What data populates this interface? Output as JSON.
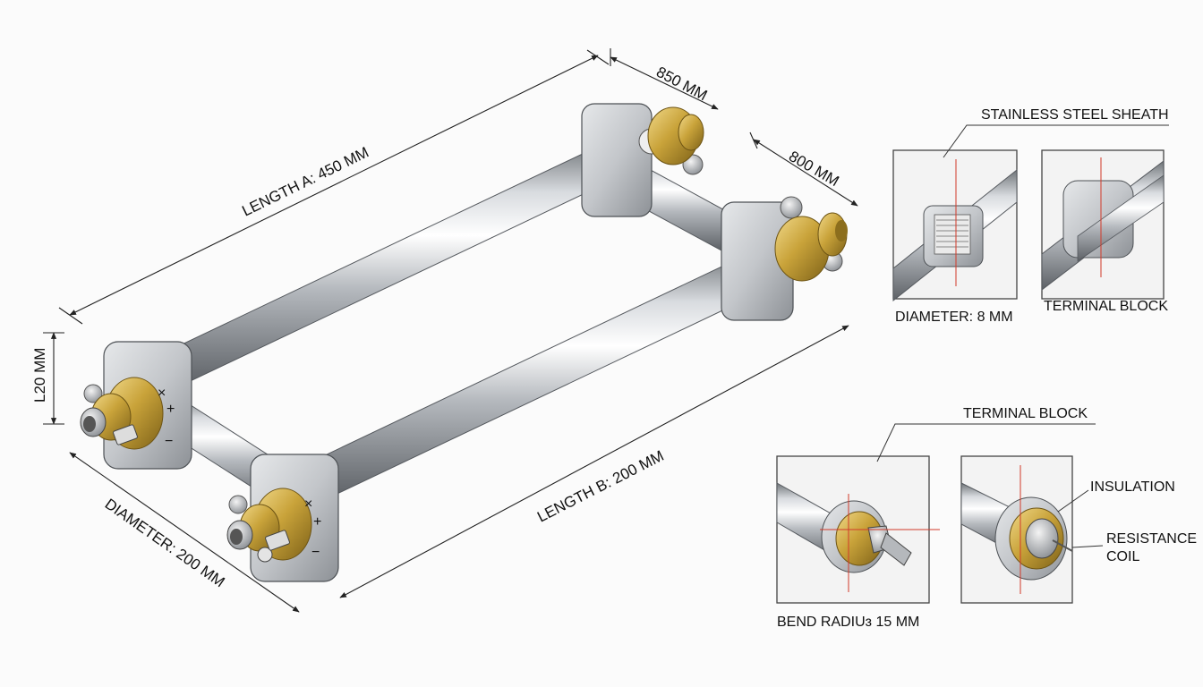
{
  "dimensions": {
    "length_a": "LENGTH A: 450 MM",
    "length_b": "LENGTH B: 200 MM",
    "diameter": "DIAMETER: 200 MM",
    "height": "L20 MM",
    "top_width": "850 MM",
    "right_width": "800 MM"
  },
  "terminal_marks": {
    "plus": "+",
    "minus": "−",
    "cross": "×"
  },
  "details": {
    "stainless_sheath": "STAINLESS STEEL SHEATH",
    "diameter_8": "DIAMETER: 8 MM",
    "terminal_block_top": "TERMINAL BLOCK",
    "terminal_block_mid": "TERMINAL BLOCK",
    "insulation": "INSULATION",
    "resistance_coil_line1": "RESISTANCE",
    "resistance_coil_line2": "COIL",
    "bend_radius": "BEND RADIUɜ 15 MM"
  },
  "colors": {
    "steel": "#b9bdc2",
    "brass": "#c9a33a",
    "dimension_line": "#222222",
    "center_line": "#d23a2a"
  }
}
